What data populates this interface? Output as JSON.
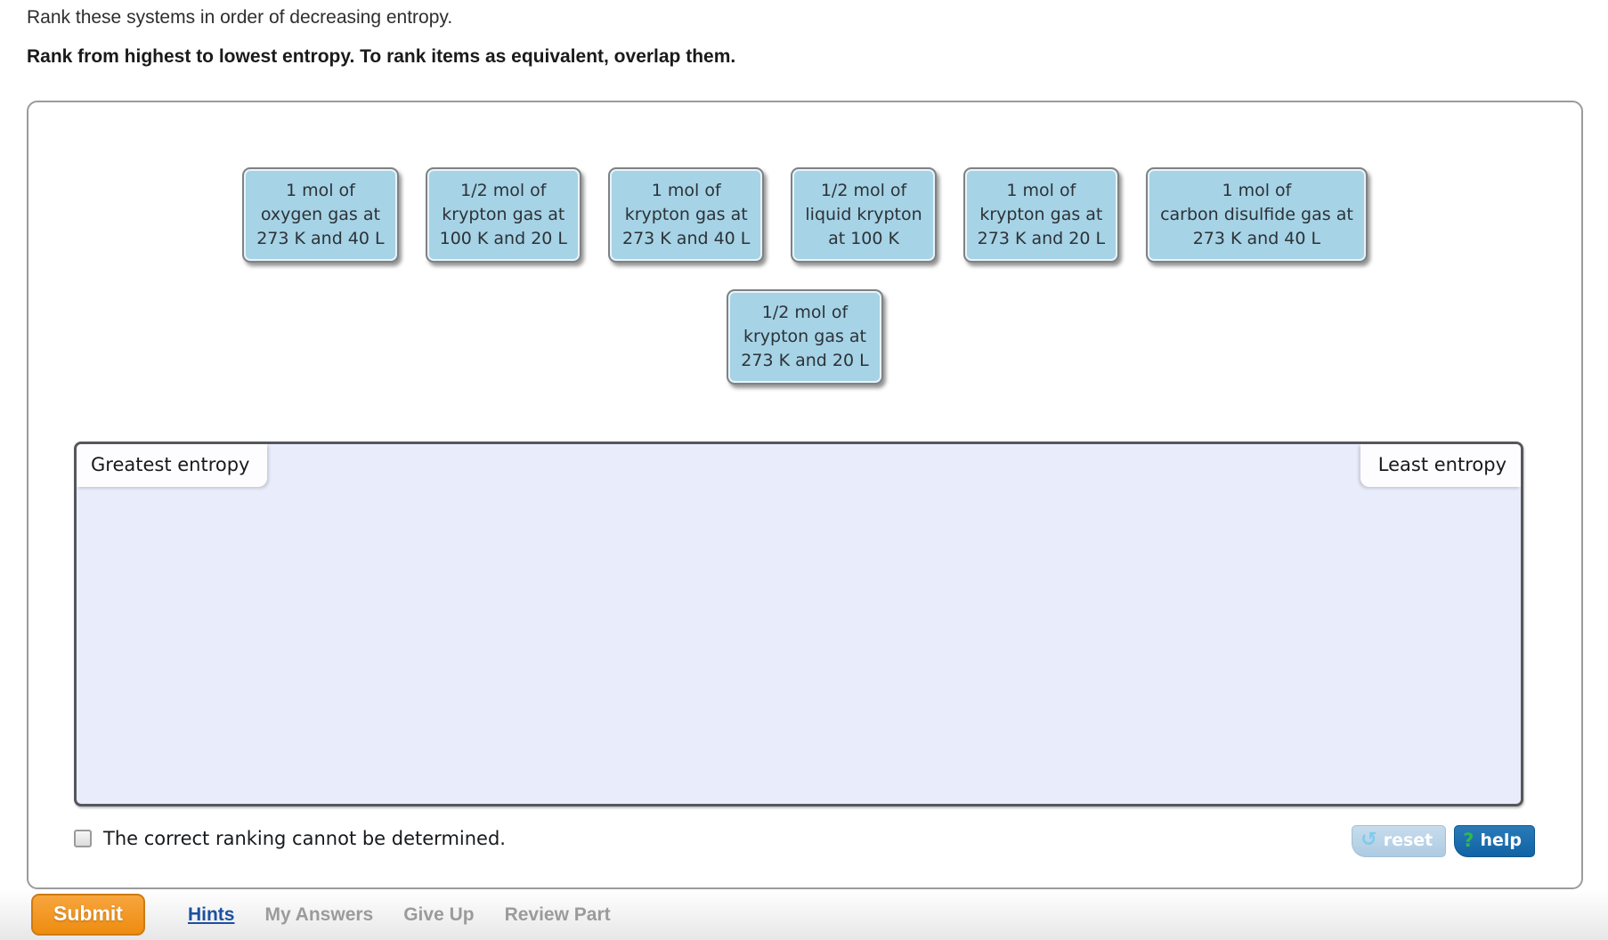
{
  "header": {
    "prompt": "Rank these systems in order of decreasing entropy.",
    "instruction": "Rank from highest to lowest entropy. To rank items as equivalent, overlap them."
  },
  "cards": [
    {
      "text": "1 mol of\noxygen gas at\n273 K and 40 L"
    },
    {
      "text": "1/2 mol of\nkrypton gas at\n100 K and 20 L"
    },
    {
      "text": "1 mol of\nkrypton gas at\n273 K and 40 L"
    },
    {
      "text": "1/2 mol of\nliquid krypton\nat 100 K"
    },
    {
      "text": "1 mol of\nkrypton gas at\n273 K and 20 L"
    },
    {
      "text": "1 mol of\ncarbon disulfide gas at\n273 K and 40 L"
    },
    {
      "text": "1/2 mol of\nkrypton gas at\n273 K and 20 L"
    }
  ],
  "ranking_area": {
    "greatest_label": "Greatest entropy",
    "least_label": "Least entropy"
  },
  "checkbox": {
    "label": "The correct ranking cannot be determined.",
    "checked": false
  },
  "buttons": {
    "reset_label": "reset",
    "reset_icon": "↺",
    "help_label": "help",
    "help_icon": "?"
  },
  "footer": {
    "submit_label": "Submit",
    "links": [
      {
        "label": "Hints",
        "enabled": true
      },
      {
        "label": "My Answers",
        "enabled": false
      },
      {
        "label": "Give Up",
        "enabled": false
      },
      {
        "label": "Review Part",
        "enabled": false
      }
    ]
  },
  "colors": {
    "card_fill": "#a6d3e6",
    "rank_area_fill": "#e9edfb",
    "submit_orange": "#ee8c10",
    "help_blue": "#1163a4",
    "reset_blue": "#aecbe2",
    "hints_link_blue": "#1b50a0",
    "help_icon_green": "#2fba4b"
  }
}
